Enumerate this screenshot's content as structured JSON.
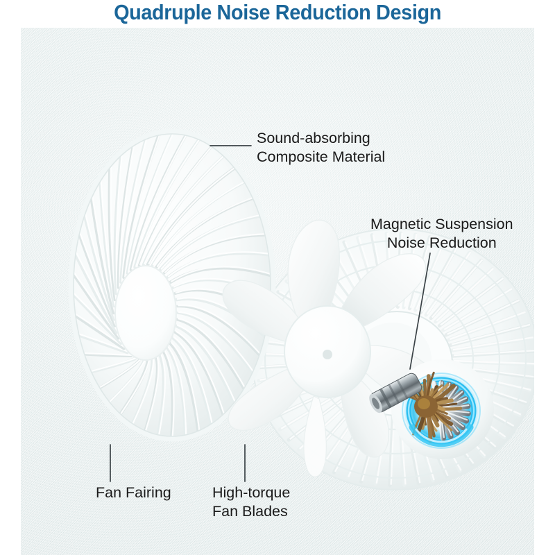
{
  "header": {
    "title": "Quadruple Noise Reduction Design",
    "title_color": "#1b6699"
  },
  "product": {
    "type": "pedestal-fan-cutaway",
    "background_color": "#e9f0f0",
    "body_color": "#ffffff"
  },
  "callouts": [
    {
      "id": "sound-absorbing",
      "lines": [
        "Sound-absorbing",
        "Composite Material"
      ],
      "line1": "Sound-absorbing",
      "line2": "Composite Material",
      "target": "fan-fairing-grille"
    },
    {
      "id": "magnetic-suspension",
      "lines": [
        "Magnetic Suspension",
        "Noise Reduction"
      ],
      "line1": "Magnetic Suspension",
      "line2": "Noise Reduction",
      "target": "motor-assembly"
    },
    {
      "id": "fan-fairing",
      "lines": [
        "Fan Fairing"
      ],
      "line1": "Fan Fairing",
      "line2": "",
      "target": "fan-fairing-disc"
    },
    {
      "id": "high-torque-fan-blades",
      "lines": [
        "High-torque",
        "Fan Blades"
      ],
      "line1": "High-torque",
      "line2": "Fan Blades",
      "target": "blade-assembly"
    }
  ],
  "colors": {
    "title_blue": "#1b6699",
    "label_text": "#1a1a1a",
    "leader_line": "#3a4246",
    "motor_glow_cyan": "#18b4e8",
    "motor_copper": "#8a6433",
    "motor_steel": "#b9c0c4",
    "background_mint": "#e9f0f0"
  }
}
